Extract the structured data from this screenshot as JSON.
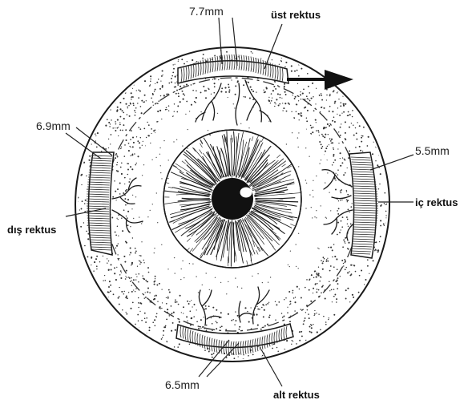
{
  "labels": {
    "superior_measure": "7.7mm",
    "superior_muscle": "üst rektus",
    "lateral_measure": "6.9mm",
    "lateral_muscle": "dış rektus",
    "medial_measure": "5.5mm",
    "medial_muscle": "iç rektus",
    "inferior_measure": "6.5mm",
    "inferior_muscle": "alt rektus"
  },
  "colors": {
    "ink": "#1a1a1a",
    "background": "#ffffff",
    "pupil": "#111111"
  }
}
